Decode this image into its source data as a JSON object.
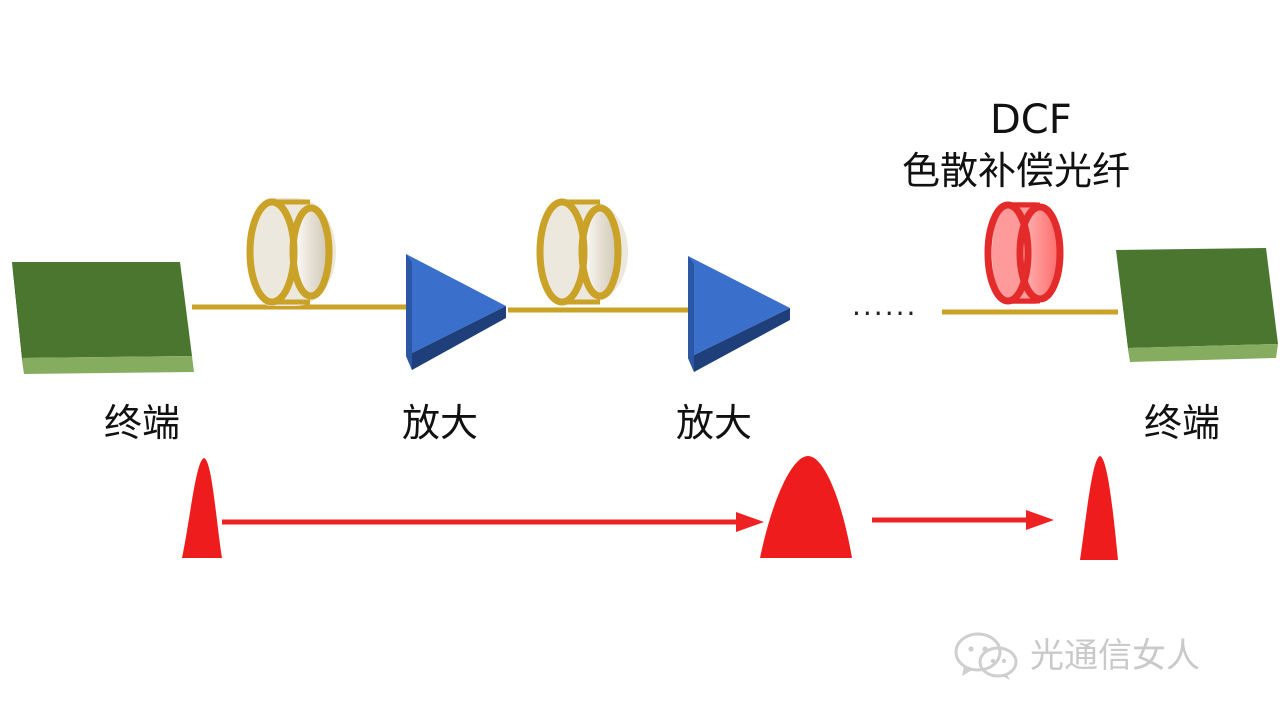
{
  "colors": {
    "terminal_green": "#4f7a33",
    "fiber_gold": "#c9a227",
    "amplifier_blue": "#3a6fcc",
    "dcf_red": "#e32b2b",
    "pulse_red": "#ee1c1c",
    "watermark_gray": "#c9c9c9"
  },
  "labels": {
    "terminal_left": "终端",
    "amp_1": "放大",
    "amp_2": "放大",
    "terminal_right": "终端",
    "dcf_title": "DCF",
    "dcf_subtitle": "色散补偿光纤",
    "ellipsis": "......"
  },
  "watermark": {
    "icon": "wechat-icon",
    "text": "光通信女人"
  }
}
